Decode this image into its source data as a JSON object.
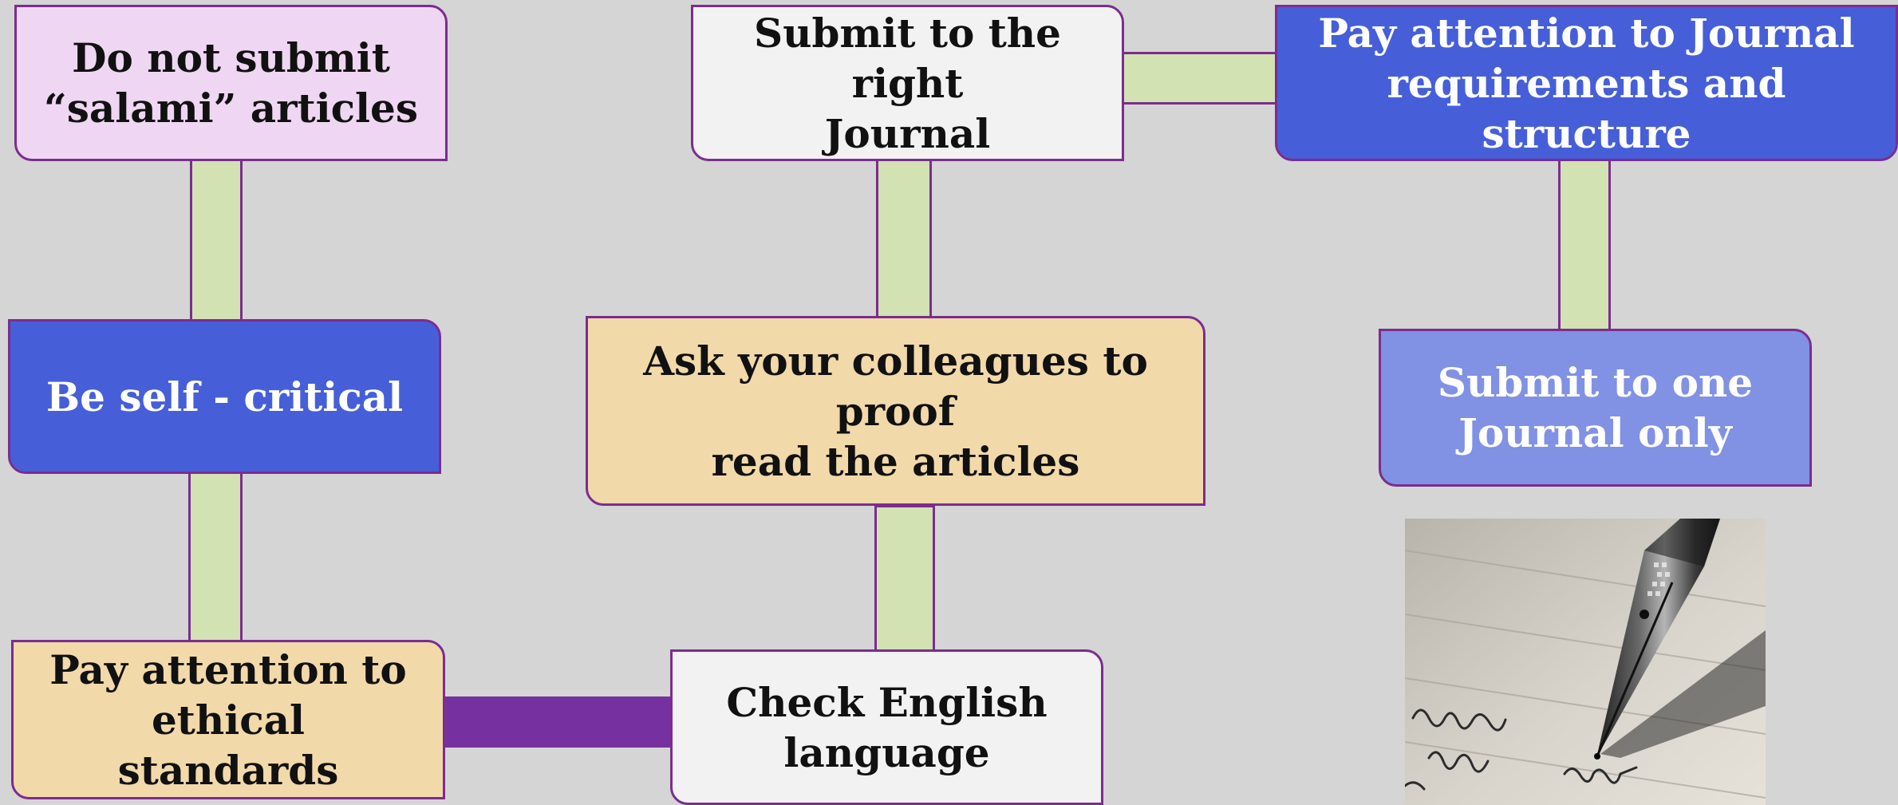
{
  "colors": {
    "background": "#d5d5d5",
    "border": "#7b2d8e",
    "connector_fill": "#d3e2b3",
    "connector_accent": "#7730a0",
    "box_pink": "#efd6f2",
    "box_white": "#f2f2f2",
    "box_blue": "#465fd8",
    "box_peach": "#f2d9aa",
    "box_light_blue": "#8191e3"
  },
  "boxes": {
    "salami": "Do not submit\n“salami” articles",
    "right_journal": "Submit to the right\nJournal",
    "requirements": "Pay attention to Journal\nrequirements and structure",
    "self_critical": "Be self - critical",
    "colleagues": "Ask your colleagues to proof\nread the articles",
    "one_journal": "Submit to one\nJournal only",
    "ethical": "Pay attention to\nethical\nstandards",
    "english": "Check  English\nlanguage"
  },
  "image": {
    "subject": "fountain-pen-writing-on-paper"
  }
}
